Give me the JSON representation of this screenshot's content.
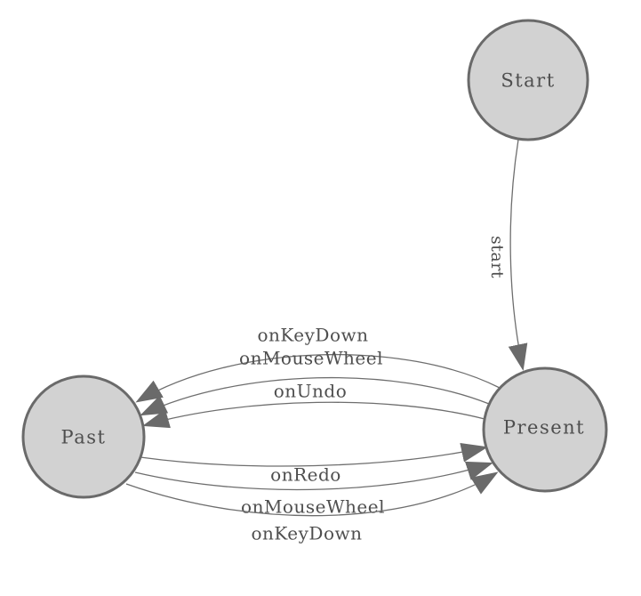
{
  "diagram": {
    "type": "finite-state-machine",
    "colors": {
      "background": "#ffffff",
      "node_fill": "#d2d2d2",
      "node_stroke": "#6a6a6a",
      "edge_stroke": "#6e6e6e",
      "arrow_fill": "#6a6a6a",
      "label_text": "#4e4e4e"
    },
    "nodes": [
      {
        "id": "start",
        "label": "Start"
      },
      {
        "id": "past",
        "label": "Past"
      },
      {
        "id": "present",
        "label": "Present"
      }
    ],
    "edges": [
      {
        "from": "Start",
        "to": "Present",
        "label": "start"
      },
      {
        "from": "Present",
        "to": "Past",
        "label": "onKeyDown"
      },
      {
        "from": "Present",
        "to": "Past",
        "label": "onMouseWheel"
      },
      {
        "from": "Present",
        "to": "Past",
        "label": "onUndo"
      },
      {
        "from": "Past",
        "to": "Present",
        "label": "onRedo"
      },
      {
        "from": "Past",
        "to": "Present",
        "label": "onMouseWheel"
      },
      {
        "from": "Past",
        "to": "Present",
        "label": "onKeyDown"
      }
    ]
  }
}
